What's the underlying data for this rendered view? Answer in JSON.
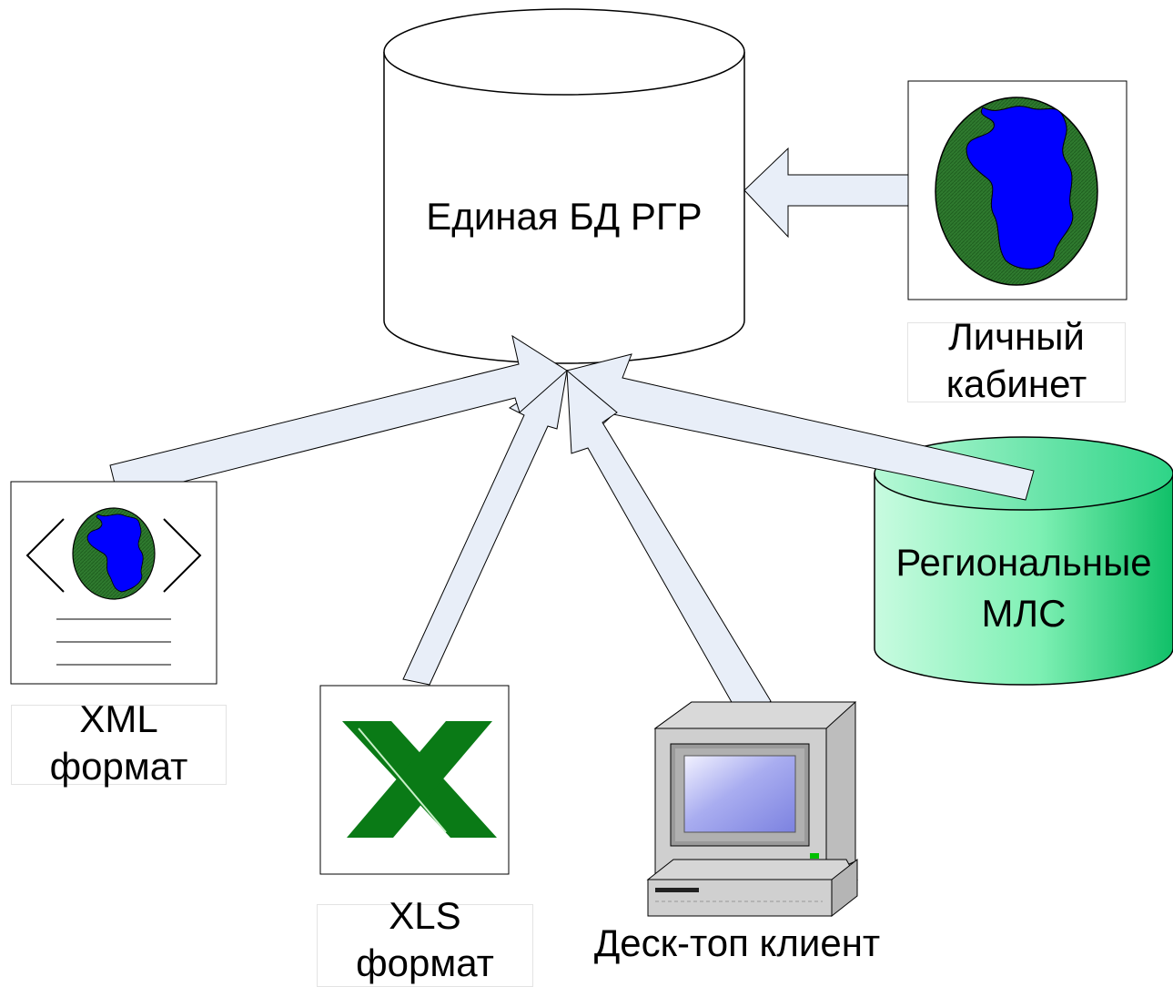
{
  "nodes": {
    "db": {
      "label": "Единая БД РГР"
    },
    "personal_cabinet": {
      "line1": "Личный",
      "line2": "кабинет"
    },
    "regional_mls": {
      "line1": "Региональные",
      "line2": "МЛС"
    },
    "xml": {
      "line1": "XML",
      "line2": "формат"
    },
    "xls": {
      "line1": "XLS",
      "line2": "формат"
    },
    "desktop": {
      "label": "Деск-топ клиент"
    }
  },
  "colors": {
    "arrow_fill": "#e8eef8",
    "globe_ocean": "#2e7d32",
    "globe_land": "#0000ff",
    "excel_green": "#0a7a16",
    "mls_green": "#3ddc8a",
    "screen_blue": "#8e94e6"
  }
}
